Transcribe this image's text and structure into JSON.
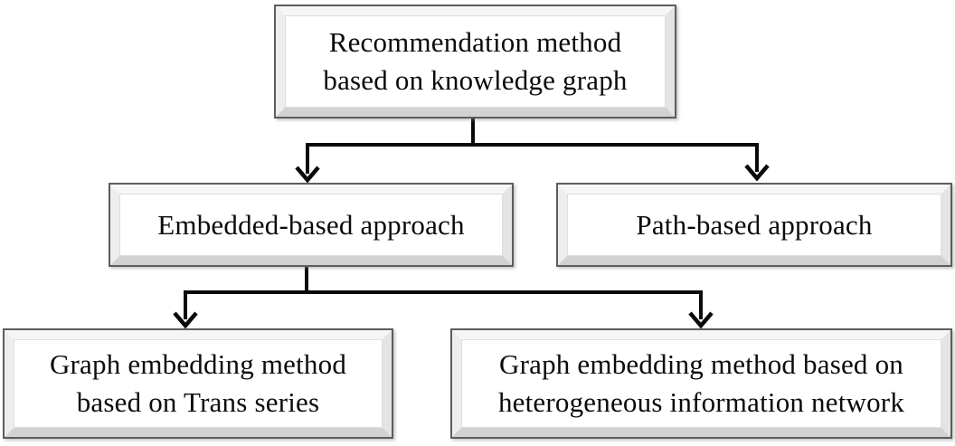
{
  "diagram": {
    "type": "hierarchy-flowchart",
    "nodes": {
      "root": {
        "label": "Recommendation method\nbased on knowledge graph"
      },
      "embedded": {
        "label": "Embedded-based approach"
      },
      "path": {
        "label": "Path-based approach"
      },
      "trans": {
        "label": "Graph embedding method\nbased on Trans series"
      },
      "hetero": {
        "label": "Graph embedding method based on\nheterogeneous information network"
      }
    },
    "edges": [
      {
        "from": "root",
        "to": "embedded"
      },
      {
        "from": "root",
        "to": "path"
      },
      {
        "from": "embedded",
        "to": "trans"
      },
      {
        "from": "embedded",
        "to": "hetero"
      }
    ],
    "colors": {
      "background": "#ffffff",
      "connector_line": "#0a0a0a",
      "box_outer_border": "#5d5d5d",
      "box_bevel_light": "#f6f6f6",
      "box_bevel_dark": "#d2d2d2",
      "box_face": "#ffffff",
      "text": "#0b0b0b"
    }
  }
}
